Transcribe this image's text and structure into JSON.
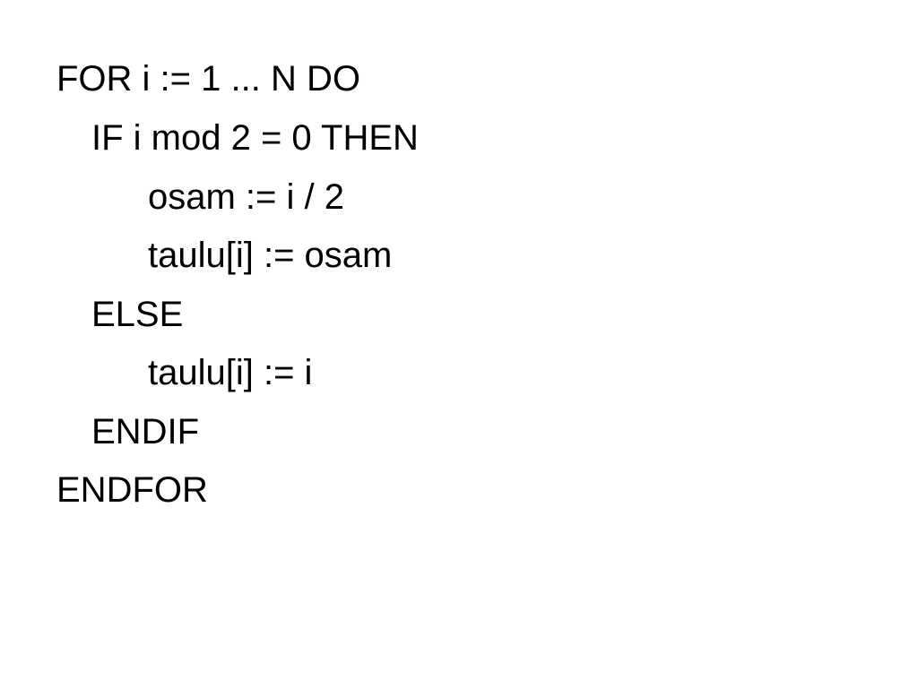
{
  "code_lines": [
    {
      "text": "FOR i := 1 ... N DO",
      "indent": 0
    },
    {
      "text": "IF i mod 2 = 0 THEN",
      "indent": 1
    },
    {
      "text": "osam := i / 2",
      "indent": 2
    },
    {
      "text": "taulu[i] := osam",
      "indent": 2
    },
    {
      "text": "ELSE",
      "indent": 1
    },
    {
      "text": "taulu[i] := i",
      "indent": 2
    },
    {
      "text": "ENDIF",
      "indent": 1
    },
    {
      "text": "ENDFOR",
      "indent": 0
    }
  ]
}
